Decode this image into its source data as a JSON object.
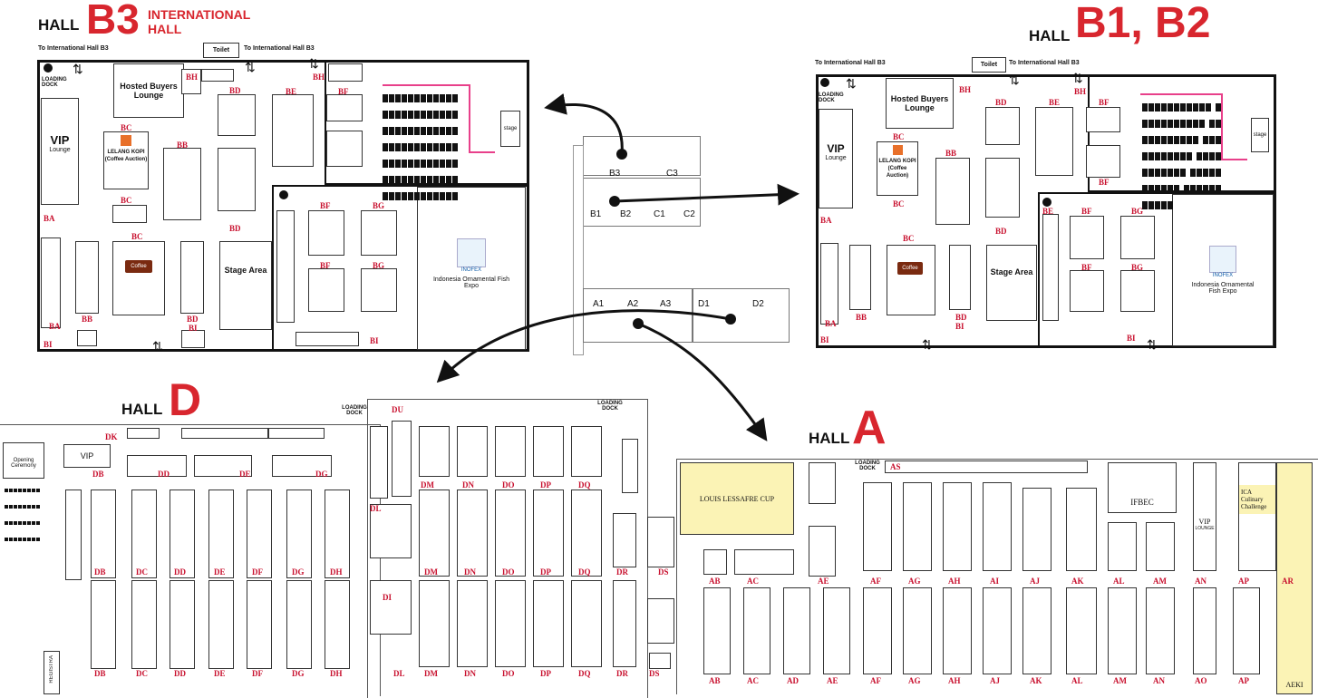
{
  "hallB3": {
    "hall": "HALL",
    "letter": "B3",
    "subtitle": "INTERNATIONAL HALL",
    "to_left": "To International Hall B3",
    "toilet": "Toilet",
    "to_right": "To International Hall B3",
    "loading_dock": "LOADING DOCK",
    "vip": "VIP",
    "vip_sub": "Lounge",
    "hosted": "Hosted Buyers Lounge",
    "lelang": "LELANG KOPI (Coffee Auction)",
    "stage": "Stage Area",
    "inofex": "INOFEX",
    "expo": "Indonesia Ornamental Fish Expo",
    "stage_small": "stage"
  },
  "hallB12": {
    "hall": "HALL",
    "letter": "B1, B2",
    "to_left": "To International Hall B3",
    "toilet": "Toilet",
    "to_right": "To International Hall B3",
    "loading_dock": "LOADING DOCK",
    "vip": "VIP",
    "vip_sub": "Lounge",
    "hosted": "Hosted Buyers Lounge",
    "lelang": "LELANG KOPI (Coffee Auction)",
    "stage": "Stage Area",
    "inofex": "INOFEX",
    "expo": "Indonesia Ornamental Fish Expo",
    "stage_small": "stage"
  },
  "hallD": {
    "hall": "HALL",
    "letter": "D",
    "vip": "VIP",
    "loading_dock": "LOADING DOCK",
    "loading_dock2": "LOADING DOCK",
    "opening": "Opening Ceremony",
    "registration": "REGISTRA"
  },
  "hallA": {
    "hall": "HALL",
    "letter": "A",
    "loading_dock": "LOADING DOCK",
    "lesaffre": "LOUIS LESSAFRE CUP",
    "ifbec": "IFBEC",
    "vip": "VIP",
    "vip_sub": "LOUNGE",
    "ica": "ICA Culinary Challenge",
    "aeki": "AEKI"
  },
  "overview": {
    "b3": "B3",
    "c3": "C3",
    "b1": "B1",
    "b2": "B2",
    "c1": "C1",
    "c2": "C2",
    "a1": "A1",
    "a2": "A2",
    "a3": "A3",
    "d1": "D1",
    "d2": "D2"
  },
  "colors": {
    "accent_red": "#d8262e",
    "label_red": "#c8102e",
    "aisle_pink": "#e8408a",
    "expo_yellow": "#fbf3b5"
  }
}
